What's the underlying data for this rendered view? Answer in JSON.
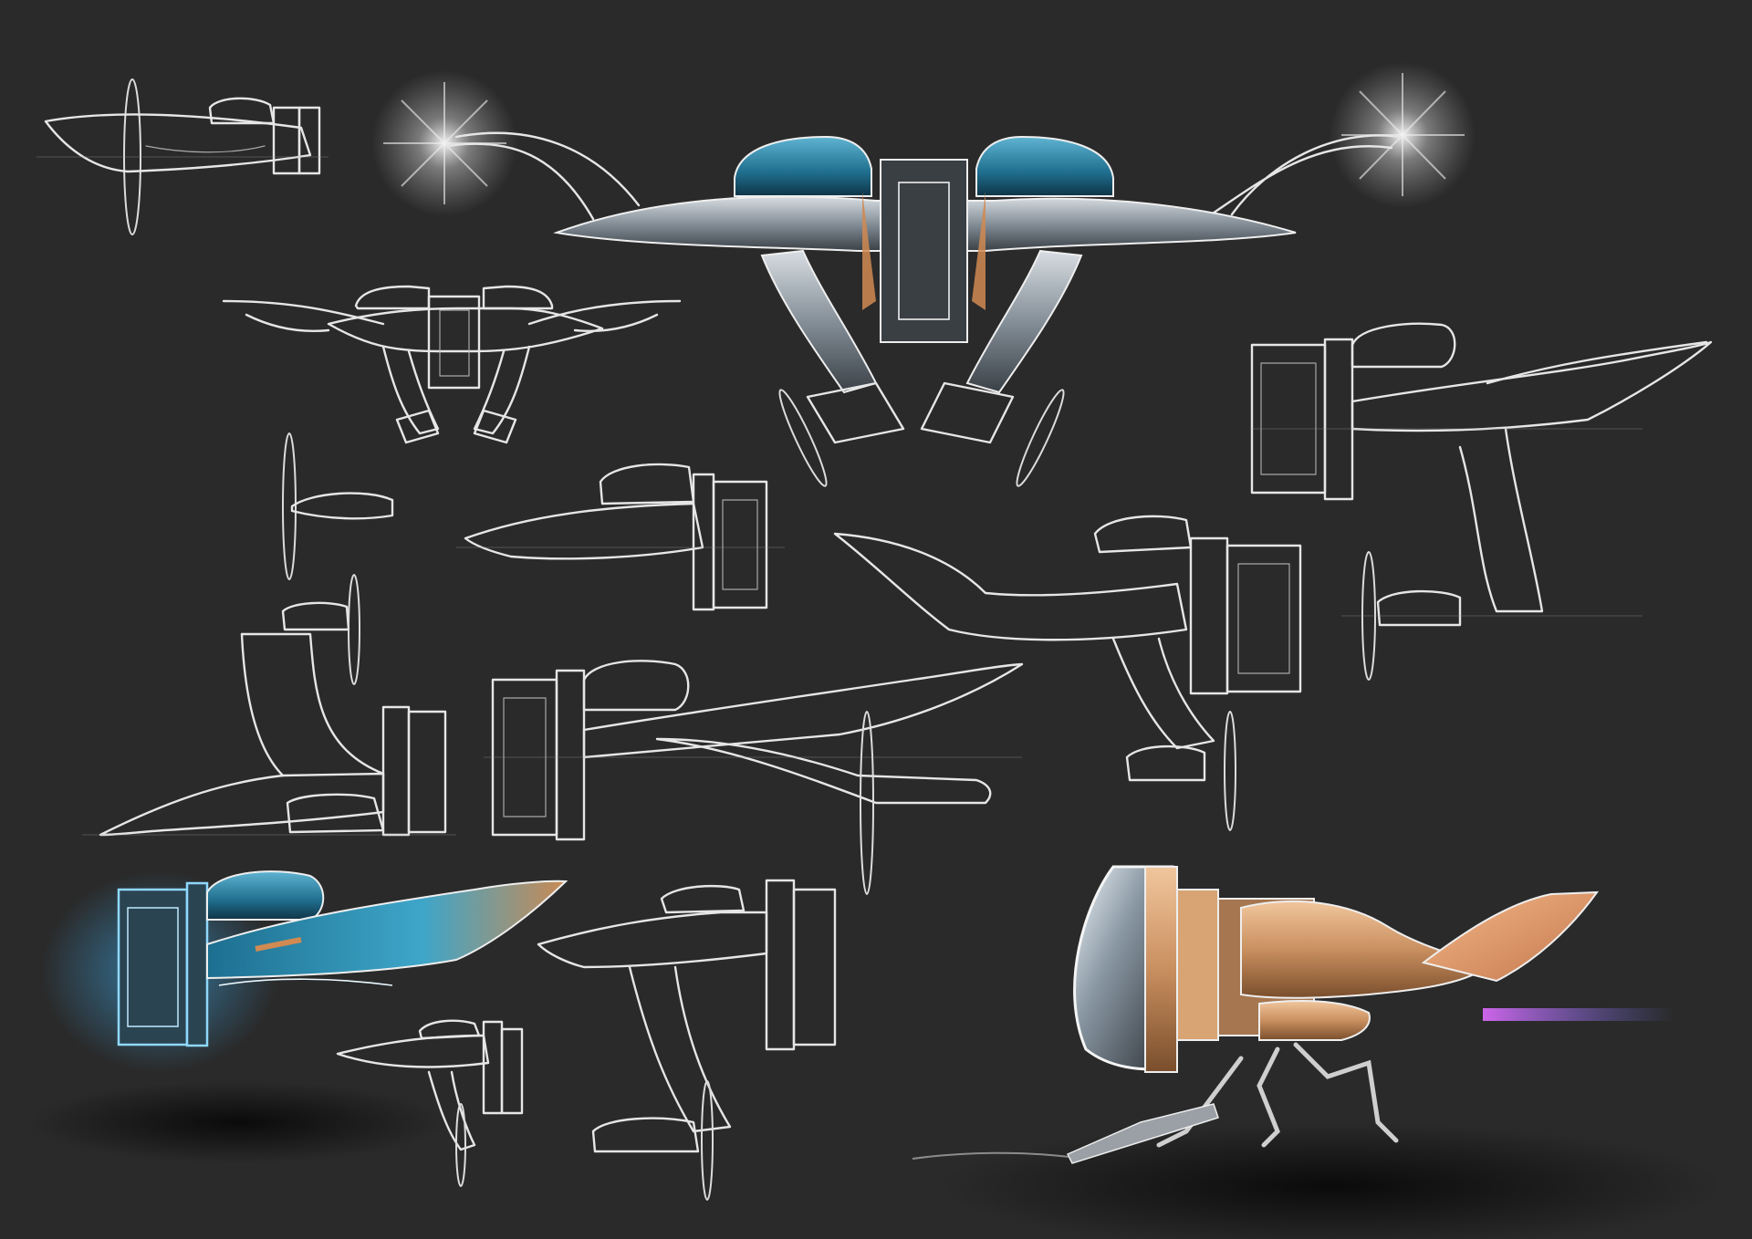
{
  "colors": {
    "background": "#2a2a2a",
    "line": "#e6e6e6",
    "blue_accent": "#2f8fb0",
    "orange_accent": "#d08a52",
    "copper_body": "#c98f5f",
    "glow_blue": "#3fb8ff"
  },
  "sketches": [
    {
      "name": "drone-top-small-side-view"
    },
    {
      "name": "drone-front-view-rendered"
    },
    {
      "name": "drone-front-view-outline"
    },
    {
      "name": "drone-side-view-large-right"
    },
    {
      "name": "drone-side-view-middle"
    },
    {
      "name": "drone-rear-three-quarter"
    },
    {
      "name": "drone-side-view-left"
    },
    {
      "name": "drone-side-view-center-long"
    },
    {
      "name": "drone-blue-rendered-side"
    },
    {
      "name": "drone-side-view-bottom-center"
    },
    {
      "name": "drone-small-bottom"
    },
    {
      "name": "walker-rendered-copper"
    }
  ]
}
